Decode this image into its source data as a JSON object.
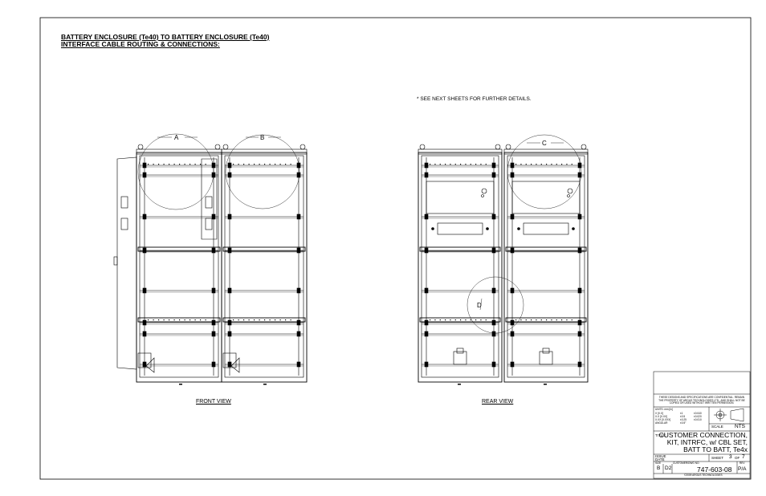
{
  "heading": {
    "line1": "BATTERY ENCLOSURE (Te40) TO BATTERY ENCLOSURE (Te40)",
    "line2": "INTERFACE CABLE ROUTING & CONNECTIONS:"
  },
  "note": "* SEE NEXT SHEETS FOR FURTHER DETAILS.",
  "views": {
    "front_label": "FRONT VIEW",
    "rear_label": "REAR VIEW"
  },
  "callouts": {
    "a": "A",
    "b": "B",
    "c": "C",
    "d": "D"
  },
  "title_block": {
    "proprietary": "THESE DESIGNS AND SPECIFICATIONS ARE CONFIDENTIAL. REMAIN THE PROPERTY OF ARGUS TECHNOLOGIES LTD., AND SHALL NOT BE COPIED OR USED WITHOUT WRITTEN PERMISSION.",
    "units": "UNITS: mm [in]",
    "tol_rows": [
      "X [X.X]",
      "X.X [X.XX]",
      "X.XX [X.XXX]",
      "ANGULAR"
    ],
    "tol_vals": [
      "±1",
      "±0.5",
      "±0.25",
      "±0.5°"
    ],
    "tol_vals2": [
      "±0.040",
      "±0.020",
      "±0.010",
      ""
    ],
    "scale_label": "SCALE",
    "scale_value": "NTS",
    "title_label": "TITLE:",
    "title_lines": [
      "CUSTOMER CONNECTION,",
      "KIT, INTRFC, w/ CBL SET,",
      "BATT TO BATT, Te4x"
    ],
    "issue_label": "ISSUE",
    "date_label": "DATE",
    "sheet_label": "SHEET",
    "sheet_num": "3",
    "sheet_of": "OF",
    "sheet_total": "7",
    "rev_label": "REV",
    "size_label": "SIZE",
    "rev": "B",
    "size": "D2",
    "dwg_label": "CUSTOMER/DWG NO.",
    "dwg_no": "747-603-08",
    "pa": "P/A",
    "copyright": "©2009 ARGUS TECHNOLOGIES"
  }
}
